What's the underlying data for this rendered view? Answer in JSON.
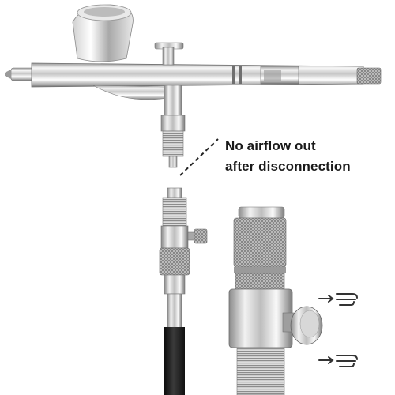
{
  "caption": {
    "line1": "No airflow out",
    "line2": "after disconnection"
  },
  "icons": [
    "airbrush",
    "quick-disconnect-plug",
    "quick-disconnect-coupler",
    "air-hose",
    "flow-valve",
    "airflow-icon"
  ],
  "colors": {
    "background": "#ffffff",
    "chrome_light": "#f4f4f4",
    "chrome_dark": "#6a6a6a",
    "hose": "#1c1c1c",
    "leader_line": "#222222"
  }
}
